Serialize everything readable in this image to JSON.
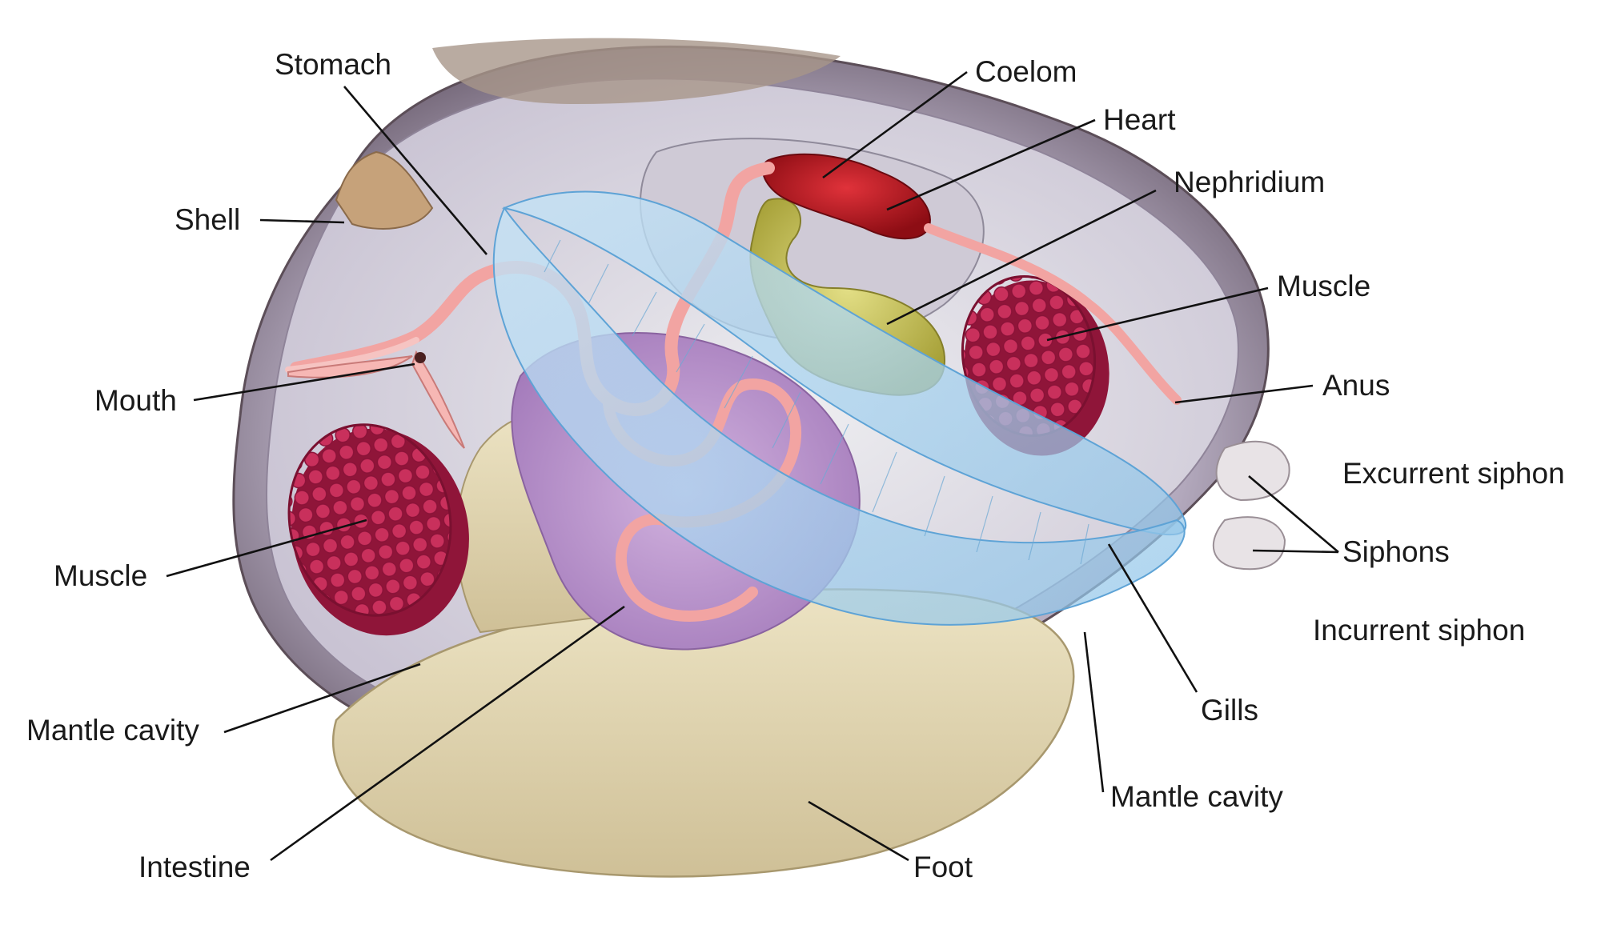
{
  "labels": {
    "stomach": "Stomach",
    "coelom": "Coelom",
    "heart": "Heart",
    "nephridium": "Nephridium",
    "shell": "Shell",
    "muscle_right": "Muscle",
    "mouth": "Mouth",
    "anus": "Anus",
    "excurrent_siphon": "Excurrent siphon",
    "siphons": "Siphons",
    "muscle_left": "Muscle",
    "incurrent_siphon": "Incurrent siphon",
    "mantle_cavity_left": "Mantle cavity",
    "gills": "Gills",
    "mantle_cavity_right": "Mantle cavity",
    "intestine": "Intestine",
    "foot": "Foot"
  },
  "colors": {
    "shell": "#8a7a72",
    "mantle": "#b9b1c9",
    "muscle": "#b8234f",
    "heart": "#b3121c",
    "nephridium": "#c8c255",
    "gills": "#a9d3ee",
    "visceral_mass": "#b690c9",
    "foot": "#e3d6b2",
    "intestine": "#f2a4a2"
  }
}
